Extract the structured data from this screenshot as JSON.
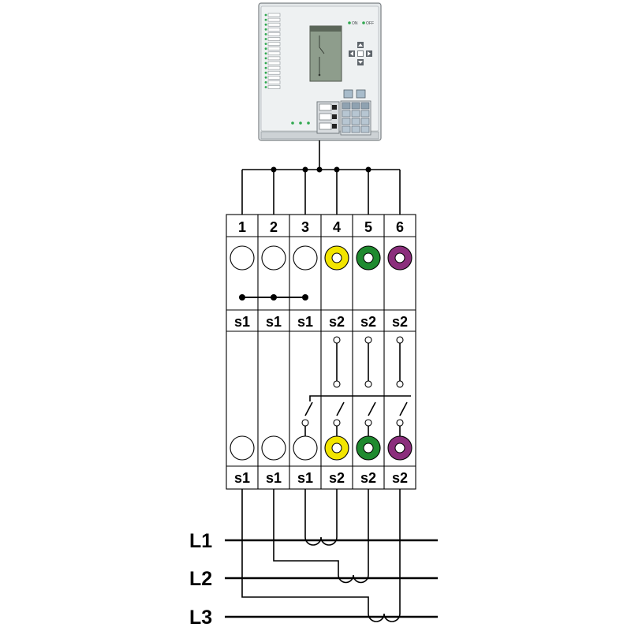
{
  "device": {
    "status_on": "ON",
    "status_off": "OFF",
    "led_color": "#2fa84f",
    "display_color": "#8e9d8c",
    "housing_color": "#e4e8ea"
  },
  "terminals": [
    {
      "number": "1",
      "upper_label": "s1",
      "lower_label": "s1",
      "color": "#ffffff"
    },
    {
      "number": "2",
      "upper_label": "s1",
      "lower_label": "s1",
      "color": "#ffffff"
    },
    {
      "number": "3",
      "upper_label": "s1",
      "lower_label": "s1",
      "color": "#ffffff"
    },
    {
      "number": "4",
      "upper_label": "s2",
      "lower_label": "s2",
      "color": "#f2e500"
    },
    {
      "number": "5",
      "upper_label": "s2",
      "lower_label": "s2",
      "color": "#1f8a2f"
    },
    {
      "number": "6",
      "upper_label": "s2",
      "lower_label": "s2",
      "color": "#8b2e7c"
    }
  ],
  "phases": [
    {
      "label": "L1"
    },
    {
      "label": "L2"
    },
    {
      "label": "L3"
    }
  ]
}
